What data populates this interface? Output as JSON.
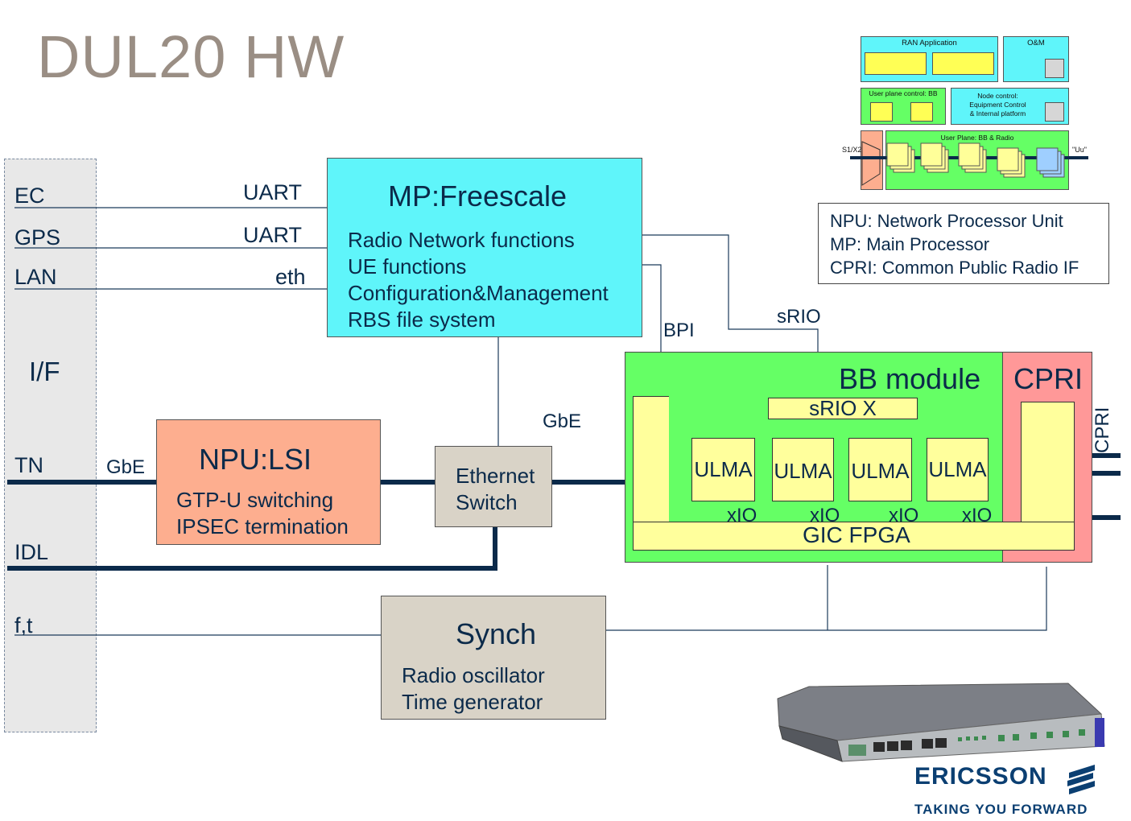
{
  "title": "DUL20 HW",
  "interfaces": {
    "ec": "EC",
    "gps": "GPS",
    "lan": "LAN",
    "if": "I/F",
    "tn": "TN",
    "idl": "IDL",
    "ft": "f,t"
  },
  "link_labels": {
    "uart1": "UART",
    "uart2": "UART",
    "eth": "eth",
    "gbe_tn": "GbE",
    "gbe_bb": "GbE",
    "bpi": "BPI",
    "srio": "sRIO",
    "cpri_side": "CPRI"
  },
  "mp": {
    "title": "MP:Freescale",
    "functions": [
      "Radio Network functions",
      "UE functions",
      "Configuration&Management",
      "RBS file system"
    ]
  },
  "npu": {
    "title": "NPU:LSI",
    "functions": [
      "GTP-U switching",
      "IPSEC termination"
    ]
  },
  "ethernet_switch": {
    "line1": "Ethernet",
    "line2": "Switch"
  },
  "bb_module": {
    "title": "BB module",
    "srio_x": "sRIO X",
    "ulma": [
      "ULMA",
      "ULMA",
      "ULMA",
      "ULMA"
    ],
    "xio": [
      "xIO",
      "xIO",
      "xIO",
      "xIO"
    ],
    "gic": "GIC FPGA"
  },
  "cpri": {
    "title": "CPRI"
  },
  "synch": {
    "title": "Synch",
    "functions": [
      "Radio oscillator",
      "Time generator"
    ]
  },
  "legend": [
    "NPU: Network Processor Unit",
    "MP: Main Processor",
    "CPRI: Common Public Radio IF"
  ],
  "mini_diagram": {
    "ran_application": "RAN Application",
    "om": "O&M",
    "user_plane_control": "User plane control: BB",
    "node_control": "Node control:\nEquipment Control\n& Internal platform",
    "user_plane": "User Plane: BB & Radio",
    "s1x2": "S1/X2",
    "uu": "\"Uu\""
  },
  "branding": {
    "company": "ERICSSON",
    "tagline": "TAKING YOU FORWARD"
  },
  "colors": {
    "mp": "#5ff5fa",
    "npu": "#fdae8f",
    "gray_box": "#d9d3c7",
    "bb": "#65ff65",
    "cpri": "#ff9898",
    "fpga": "#ffff9c",
    "line": "#0b2a4a"
  }
}
